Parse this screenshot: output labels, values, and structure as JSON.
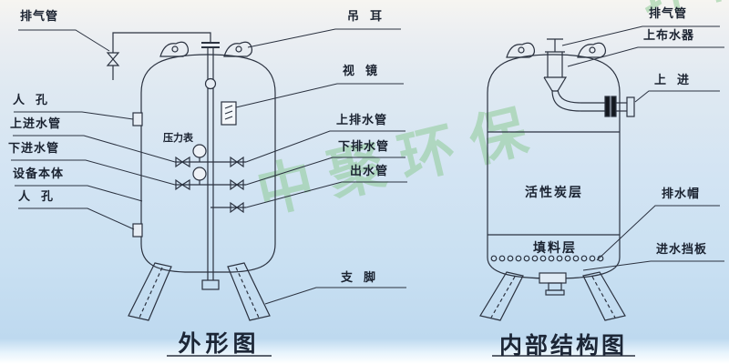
{
  "watermark": {
    "text": "中聚环保",
    "fragment": "环保",
    "color": "#8ecb96"
  },
  "colors": {
    "line": "#2b3240",
    "text": "#1a2230",
    "bg_top": "#f6f5f1",
    "bg_bottom": "#bed9ef"
  },
  "left_diagram": {
    "caption": "外形图",
    "labels": {
      "vent_pipe": "排气管",
      "manhole_top": "人  孔",
      "upper_inlet_pipe": "上进水管",
      "lower_inlet_pipe": "下进水管",
      "vessel_body": "设备本体",
      "manhole_bottom": "人  孔",
      "pressure_gauge": "压力表",
      "lifting_lug": "吊  耳",
      "sight_glass": "视  镜",
      "upper_drain_pipe": "上排水管",
      "lower_drain_pipe": "下排水管",
      "outlet_pipe": "出水管",
      "support_leg": "支  脚"
    }
  },
  "right_diagram": {
    "caption": "内部结构图",
    "labels": {
      "vent_pipe": "排气管",
      "upper_distributor": "上布水器",
      "upper_inlet": "上  进",
      "carbon_layer": "活性炭层",
      "packing_layer": "填料层",
      "drain_cap": "排水帽",
      "inlet_baffle": "进水挡板"
    }
  }
}
